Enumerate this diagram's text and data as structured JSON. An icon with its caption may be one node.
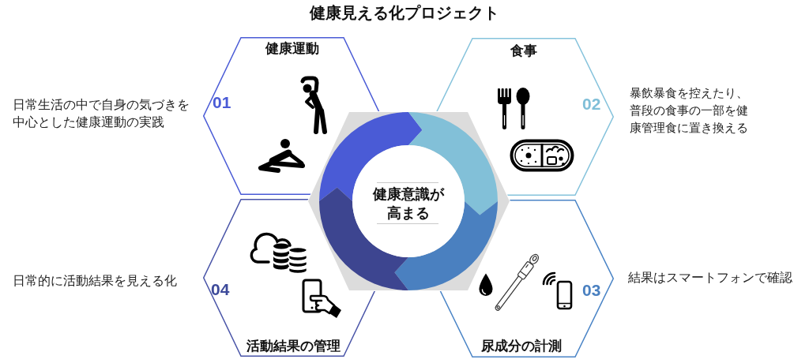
{
  "diagram": {
    "title": "健康見える化プロジェクト",
    "nodes": [
      {
        "text": [
          "健康運動",
          "01"
        ],
        "beside": [
          "日常生活の中で自身の気づきを中心とした健康運動の実践"
        ]
      },
      {
        "text": [
          "食事",
          "02"
        ],
        "beside": [
          "暴飲暴食を控えたり、普段の食事の一部を健康管理食に置き換える"
        ]
      },
      {
        "text": [
          "尿成分の計測",
          "03"
        ],
        "beside": [
          "結果はスマートフォンで確認"
        ]
      },
      {
        "text": [
          "活動結果の管理",
          "04"
        ],
        "beside": [
          "日常的に活動結果を見える化"
        ]
      },
      {
        "text": [
          "健康意識が高まる"
        ]
      }
    ]
  }
}
